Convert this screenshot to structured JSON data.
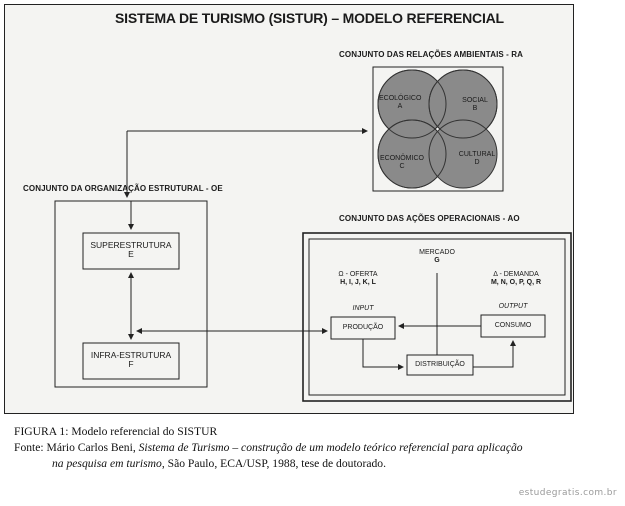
{
  "diagram": {
    "title": "SISTEMA DE TURISMO (SISTUR) – MODELO REFERENCIAL",
    "ra": {
      "header": "CONJUNTO DAS RELAÇÕES AMBIENTAIS - RA",
      "circles": [
        {
          "name": "ECOLÓGICO",
          "letter": "A"
        },
        {
          "name": "SOCIAL",
          "letter": "B"
        },
        {
          "name": "ECONÔMICO",
          "letter": "C"
        },
        {
          "name": "CULTURAL",
          "letter": "D"
        }
      ]
    },
    "oe": {
      "header": "CONJUNTO DA ORGANIZAÇÃO ESTRUTURAL - OE",
      "superestrutura": {
        "name": "SUPERESTRUTURA",
        "letter": "E"
      },
      "infraestrutura": {
        "name": "INFRA-ESTRUTURA",
        "letter": "F"
      }
    },
    "ao": {
      "header": "CONJUNTO DAS AÇÕES OPERACIONAIS - AO",
      "mercado": {
        "name": "MERCADO",
        "letter": "G"
      },
      "oferta": {
        "name": "Ω - OFERTA",
        "letters": "H, I, J, K, L"
      },
      "demanda": {
        "name": "Δ - DEMANDA",
        "letters": "M, N, O, P, Q, R"
      },
      "input": "INPUT",
      "output": "OUTPUT",
      "producao": "PRODUÇÃO",
      "consumo": "CONSUMO",
      "distribuicao": "DISTRIBUIÇÃO"
    }
  },
  "caption": {
    "figure": "FIGURA 1: Modelo referencial do SISTUR",
    "source_prefix": "Fonte: Mário Carlos Beni, ",
    "source_title": "Sistema de Turismo",
    "source_dash": " – ",
    "source_subtitle": "construção de um modelo teórico referencial para aplicação",
    "source_line2_italic": "na pesquisa em turismo",
    "source_line2_rest": ", São Paulo, ECA/USP, 1988, tese de doutorado."
  },
  "watermark": "estudegratis.com.br",
  "colors": {
    "circle_fill": "#8a8a8a",
    "frame_bg": "#f4f4f2",
    "line": "#222222"
  }
}
